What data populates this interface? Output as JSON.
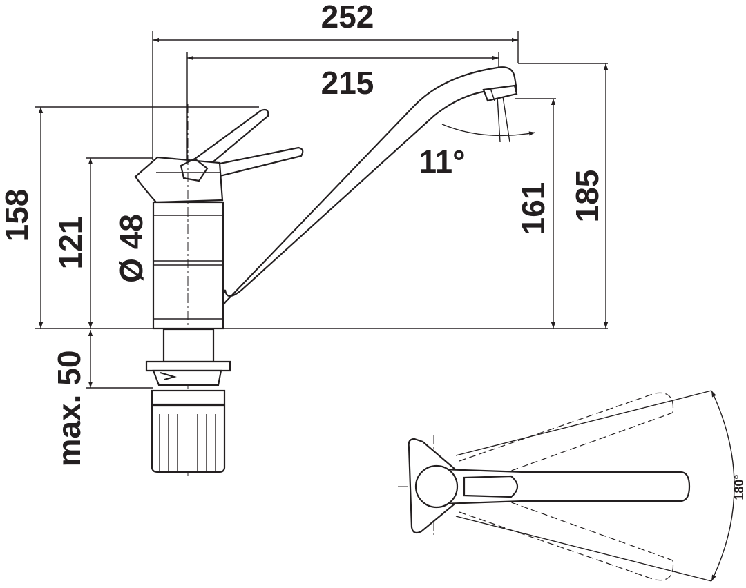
{
  "dimensions": {
    "overall_reach": "252",
    "spout_reach": "215",
    "total_height": "158",
    "body_height": "121",
    "body_diameter": "Ø 48",
    "deck_thickness": "max. 50",
    "outlet_height": "161",
    "spout_height": "185",
    "spout_tilt": "11°",
    "swivel_angle": "180°"
  },
  "colors": {
    "line": "#231f20",
    "background": "#ffffff"
  }
}
